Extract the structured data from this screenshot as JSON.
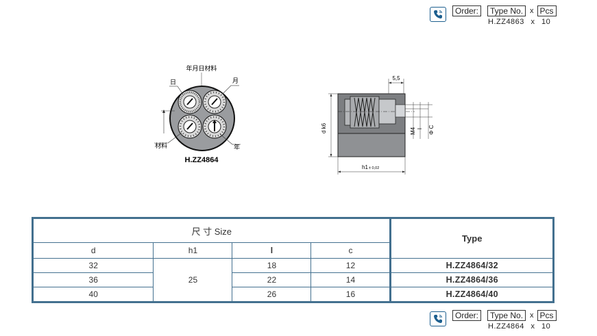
{
  "order_top": {
    "order_label": "Order:",
    "type_no": "Type No.",
    "x": "x",
    "pcs": "Pcs",
    "code": "H.ZZ4863",
    "mult": "x",
    "qty": "10"
  },
  "order_bottom": {
    "order_label": "Order:",
    "type_no": "Type No.",
    "x": "x",
    "pcs": "Pcs",
    "code": "H.ZZ4864",
    "mult": "x",
    "qty": "10"
  },
  "drawing_left": {
    "title": "年月日材料",
    "label_day": "日",
    "label_month": "月",
    "label_material": "材料",
    "label_year": "年",
    "part_no": "H.ZZ4864"
  },
  "drawing_right": {
    "dim_55": "5,5",
    "dim_dk6": "d  k6",
    "dim_m4": "M4",
    "dim_l": "l",
    "dim_phic": "Φ C",
    "dim_h1": "h1",
    "dim_tol": "± 0,02"
  },
  "table": {
    "title": "尺 寸 Size",
    "type_header": "Type",
    "columns": [
      "d",
      "h1",
      "l",
      "c"
    ],
    "h1_shared": "25",
    "rows": [
      {
        "d": "32",
        "l": "18",
        "c": "12",
        "type": "H.ZZ4864/32"
      },
      {
        "d": "36",
        "l": "22",
        "c": "14",
        "type": "H.ZZ4864/36"
      },
      {
        "d": "40",
        "l": "26",
        "c": "16",
        "type": "H.ZZ4864/40"
      }
    ]
  }
}
